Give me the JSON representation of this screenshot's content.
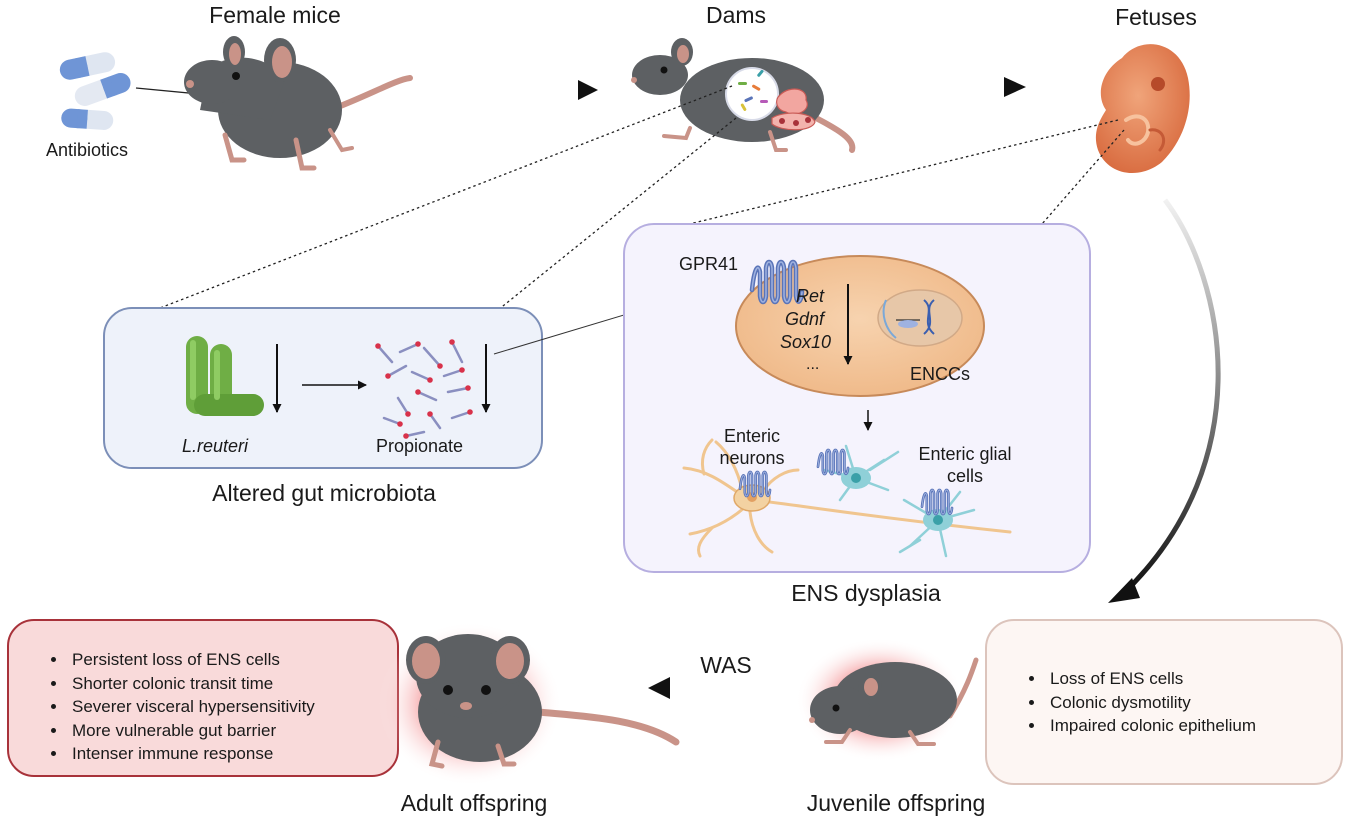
{
  "top_row": {
    "antibiotics": "Antibiotics",
    "female_mice": "Female mice",
    "dams": "Dams",
    "fetuses": "Fetuses"
  },
  "microbiota_panel": {
    "title": "Altered gut microbiota",
    "bacteria_label": "L.reuteri",
    "metabolite_label": "Propionate"
  },
  "ens_panel": {
    "title": "ENS dysplasia",
    "receptor": "GPR41",
    "genes": [
      "Ret",
      "Gdnf",
      "Sox10",
      "..."
    ],
    "cell_label": "ENCCs",
    "neurons_label_1": "Enteric",
    "neurons_label_2": "neurons",
    "glia_label_1": "Enteric glial",
    "glia_label_2": "cells"
  },
  "bottom_row": {
    "intervention": "WAS",
    "adult_label": "Adult offspring",
    "juvenile_label": "Juvenile offspring",
    "adult_effects": [
      "Persistent loss of ENS cells",
      "Shorter colonic transit time",
      "Severer visceral hypersensitivity",
      "More vulnerable gut barrier",
      "Intenser immune response"
    ],
    "juvenile_effects": [
      "Loss of ENS cells",
      "Colonic dysmotility",
      "Impaired colonic epithelium"
    ]
  },
  "colors": {
    "microbiota_box_border": "#7c8fb8",
    "microbiota_box_fill": "#eef2fa",
    "ens_box_border": "#b6aee0",
    "ens_box_fill": "#f5f3fd",
    "adult_box_border": "#a8323a",
    "adult_box_fill": "#f9dada",
    "juvenile_box_border": "#dcc4bc",
    "juvenile_box_fill": "#fdf6f3",
    "mouse_body": "#5d6063",
    "mouse_ear": "#c99388",
    "bacteria_green": "#6fae45",
    "receptor_blue": "#5a74b8",
    "cell_fill": "#f2c79e",
    "neuron_fill": "#f3d2a2",
    "glia_fill": "#8fd0d8"
  },
  "icons": [
    "pill-icon",
    "mouse-icon",
    "fetus-icon",
    "rod-bacteria-icon",
    "propionate-molecule-icon",
    "gpcr-receptor-icon",
    "nucleus-dna-icon",
    "neuron-icon",
    "glial-cell-icon"
  ]
}
